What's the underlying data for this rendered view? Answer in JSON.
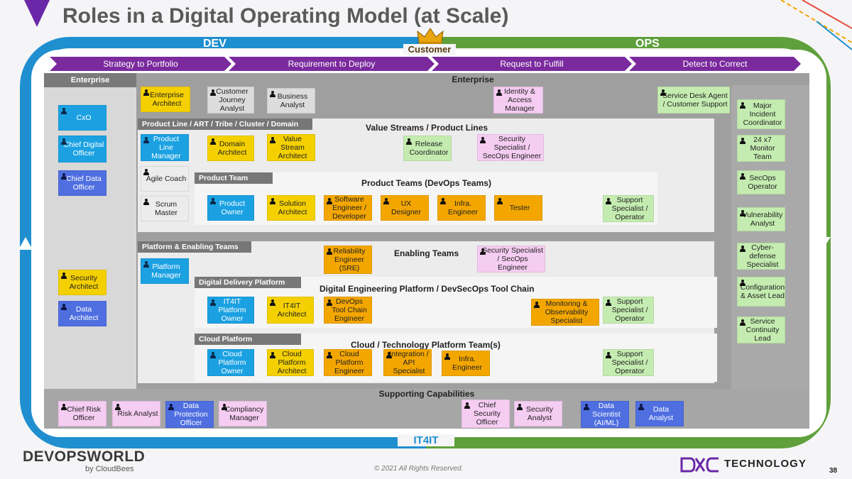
{
  "title": "Roles in a Digital Operating Model (at Scale)",
  "loop": {
    "dev": "DEV",
    "ops": "OPS",
    "customer": "Customer",
    "it4it": "IT4IT"
  },
  "phases": [
    "Strategy to Portfolio",
    "Requirement to Deploy",
    "Request to Fulfill",
    "Detect to Correct"
  ],
  "panels": {
    "enterprise_tab": "Enterprise",
    "enterprise_heading": "Enterprise",
    "product_line_tab": "Product Line / ART / Tribe / Cluster / Domain",
    "value_streams_heading": "Value Streams / Product Lines",
    "product_team_tab": "Product Team",
    "product_teams_heading": "Product Teams (DevOps Teams)",
    "platform_tab": "Platform & Enabling Teams",
    "enabling_heading": "Enabling Teams",
    "ddp_tab": "Digital Delivery Platform",
    "ddp_heading": "Digital Engineering Platform / DevSecOps Tool Chain",
    "cloud_tab": "Cloud Platform",
    "cloud_heading": "Cloud / Technology Platform Team(s)",
    "supporting_heading": "Supporting Capabilities"
  },
  "roles": {
    "cxo": "CxO",
    "chief_digital_officer": "Chief Digital Officer",
    "chief_data_officer": "Chief Data Officer",
    "security_architect": "Security Architect",
    "data_architect": "Data Architect",
    "enterprise_architect": "Enterprise Architect",
    "customer_journey_analyst": "Customer Journey Analyst",
    "business_analyst": "Business Analyst",
    "identity_access_manager": "Identity & Access Manager",
    "service_desk_agent": "Service Desk Agent / Customer Support",
    "major_incident_coordinator": "Major Incident Coordinator",
    "monitor_team": "24 x7 Monitor Team",
    "secops_operator": "SecOps Operator",
    "vulnerability_analyst": "Vulnerability Analyst",
    "cyber_defense_specialist": "Cyber-defense Specialist",
    "config_asset_lead": "Configuration & Asset Lead",
    "service_continuity_lead": "Service Continuity Lead",
    "product_line_manager": "Product Line Manager",
    "domain_architect": "Domain Architect",
    "value_stream_architect": "Value Stream Architect",
    "release_coordinator": "Release Coordinator",
    "security_specialist_1": "Security Specialist / SecOps Engineer",
    "agile_coach": "Agile Coach",
    "scrum_master": "Scrum Master",
    "product_owner": "Product Owner",
    "solution_architect": "Solution Architect",
    "software_engineer": "Software Engineer / Developer",
    "ux_designer": "UX Designer",
    "infra_engineer_1": "Infra. Engineer",
    "tester": "Tester",
    "support_specialist_1": "Support Specialist / Operator",
    "platform_manager": "Platform Manager",
    "reliability_engineer": "Reliability Engineer (SRE)",
    "security_specialist_2": "Security Specialist / SecOps Engineer",
    "it4it_platform_owner": "IT4IT Platform Owner",
    "it4it_architect": "IT4IT Architect",
    "devops_toolchain_engineer": "DevOps Tool Chain Engineer",
    "monitoring_specialist": "Monitoring & Observability Specialist",
    "support_specialist_2": "Support Specialist / Operator",
    "cloud_platform_owner": "Cloud Platform Owner",
    "cloud_platform_architect": "Cloud Platform Architect",
    "cloud_platform_engineer": "Cloud Platform Engineer",
    "integration_specialist": "Integration / API Specialist",
    "infra_engineer_2": "Infra. Engineer",
    "support_specialist_3": "Support Specialist / Operator",
    "chief_risk_officer": "Chief Risk Officer",
    "risk_analyst": "Risk Analyst",
    "data_protection_officer": "Data Protection Officer",
    "compliancy_manager": "Compliancy Manager",
    "chief_security_officer": "Chief Security Officer",
    "security_analyst": "Security Analyst",
    "data_scientist": "Data Scientist (AI/ML)",
    "data_analyst": "Data Analyst"
  },
  "footer": {
    "devops_world": "DEVOPSWORLD",
    "by_cloudbees": "by CloudBees",
    "copyright": "© 2021 All Rights Reserved.",
    "technology": "TECHNOLOGY",
    "page_number": "38"
  },
  "colors": {
    "dev_blue": "#1f8fd0",
    "ops_green": "#5fa03c",
    "phase_purple": "#7b2a9e",
    "role_blue": "#1ba1e2",
    "role_yellow": "#f4d000",
    "role_orange": "#f3a600",
    "role_green": "#c4ecb0",
    "role_pink": "#f5ccf2",
    "role_indigo": "#4f6ee0"
  }
}
